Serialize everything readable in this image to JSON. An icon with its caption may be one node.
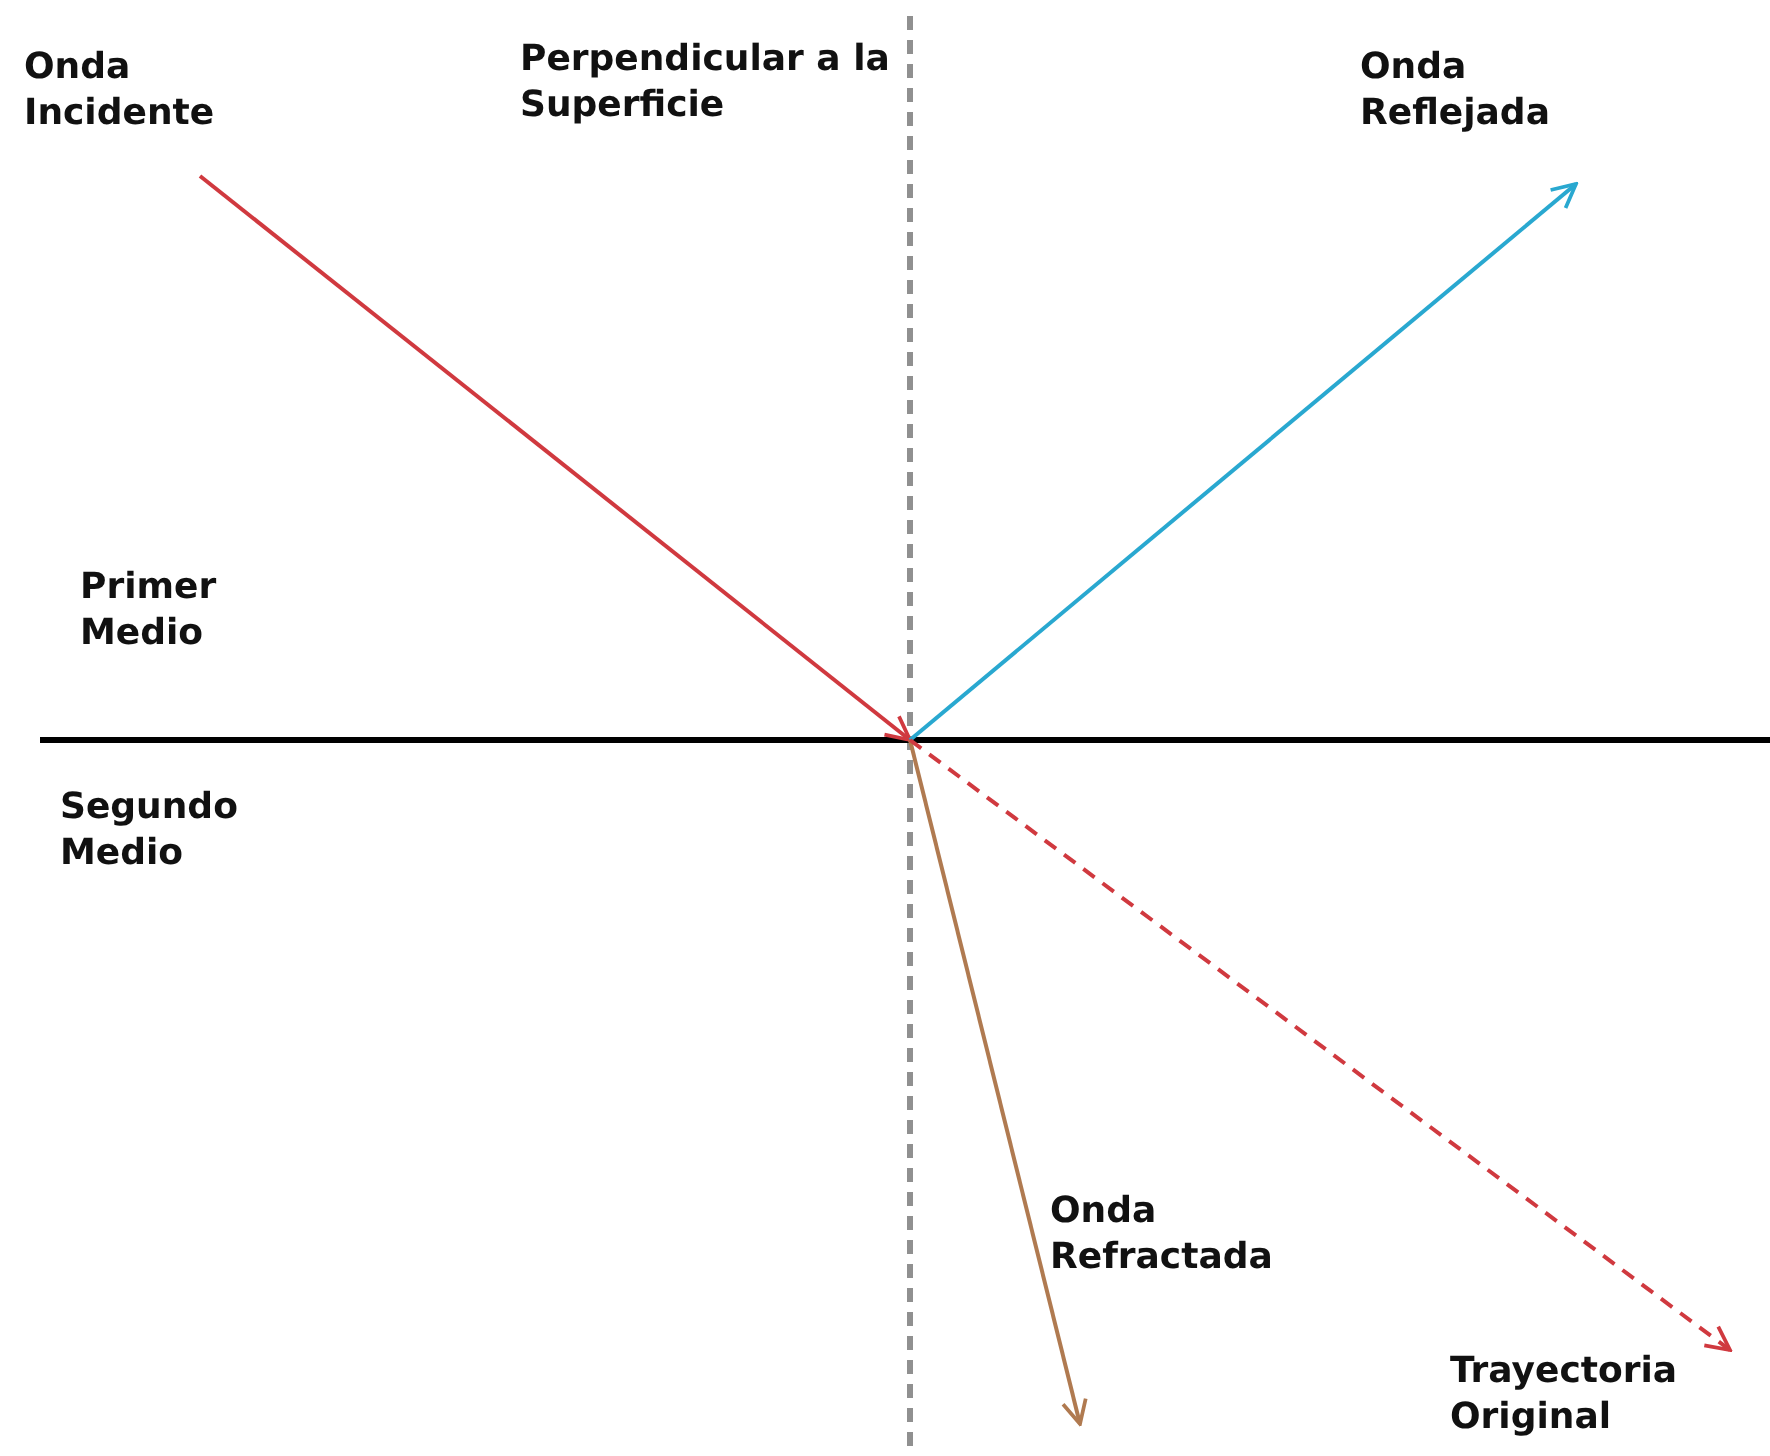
{
  "diagram": {
    "labels": [
      "Onda Incidente",
      "Perpendicular a la Superficie",
      "Onda Reflejada",
      "Primer Medio",
      "Segundo Medio",
      "Onda Refractada",
      "Trayectoria Original"
    ]
  }
}
